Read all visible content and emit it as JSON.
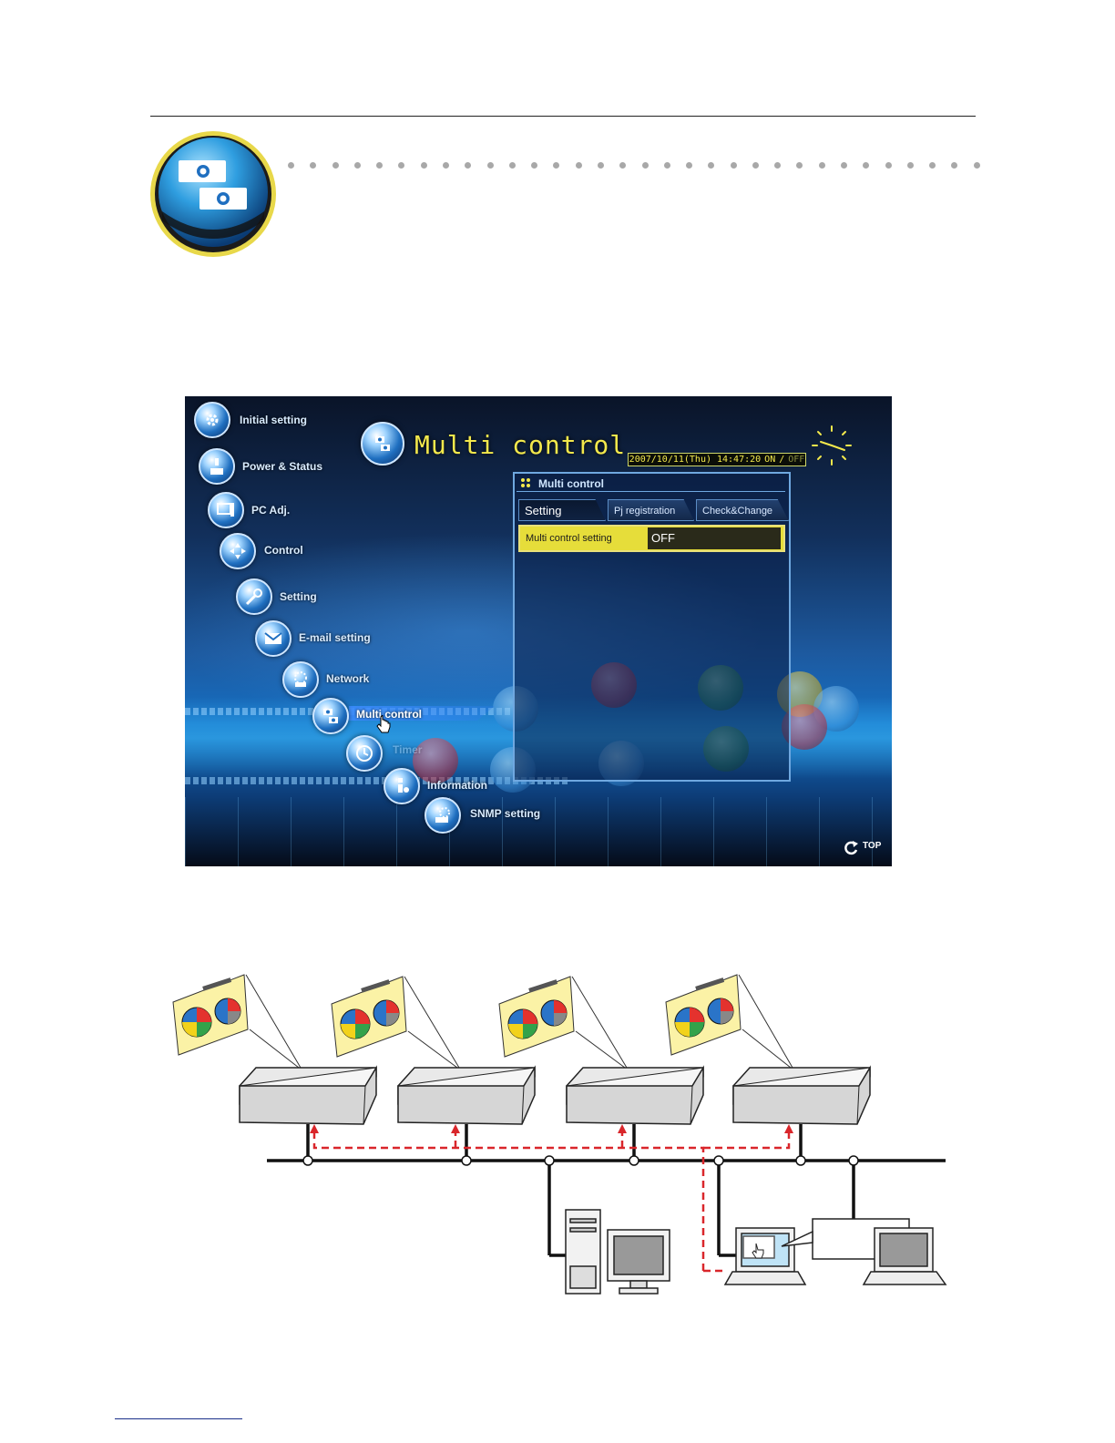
{
  "menu": {
    "items": [
      {
        "label": "Initial setting",
        "icon": "gear-icon"
      },
      {
        "label": "Power & Status",
        "icon": "power-status-icon"
      },
      {
        "label": "PC Adj.",
        "icon": "monitor-icon"
      },
      {
        "label": "Control",
        "icon": "arrows-icon"
      },
      {
        "label": "Setting",
        "icon": "wrench-icon"
      },
      {
        "label": "E-mail setting",
        "icon": "envelope-icon"
      },
      {
        "label": "Network",
        "icon": "network-icon"
      },
      {
        "label": "Multi control",
        "icon": "projector-icon"
      },
      {
        "label": "Timer",
        "icon": "clock-icon"
      },
      {
        "label": "Information",
        "icon": "info-icon"
      },
      {
        "label": "SNMP setting",
        "icon": "snmp-icon"
      }
    ],
    "active": "Multi control"
  },
  "header": {
    "title": "Multi control",
    "datetime": "2007/10/11(Thu) 14:47:20",
    "power_on": "ON",
    "power_separator": "/",
    "power_off": "OFF"
  },
  "panel": {
    "title": "Multi control",
    "tabs": [
      {
        "label": "Setting",
        "active": true
      },
      {
        "label": "Pj registration",
        "active": false
      },
      {
        "label": "Check&Change",
        "active": false
      }
    ],
    "settings": [
      {
        "label": "Multi control setting",
        "value": "OFF"
      }
    ]
  },
  "footer": {
    "top_link": "TOP"
  },
  "colors": {
    "accent_yellow": "#f3e84c",
    "panel_border": "#6fa8e0",
    "network_dashed": "#d9262b"
  }
}
